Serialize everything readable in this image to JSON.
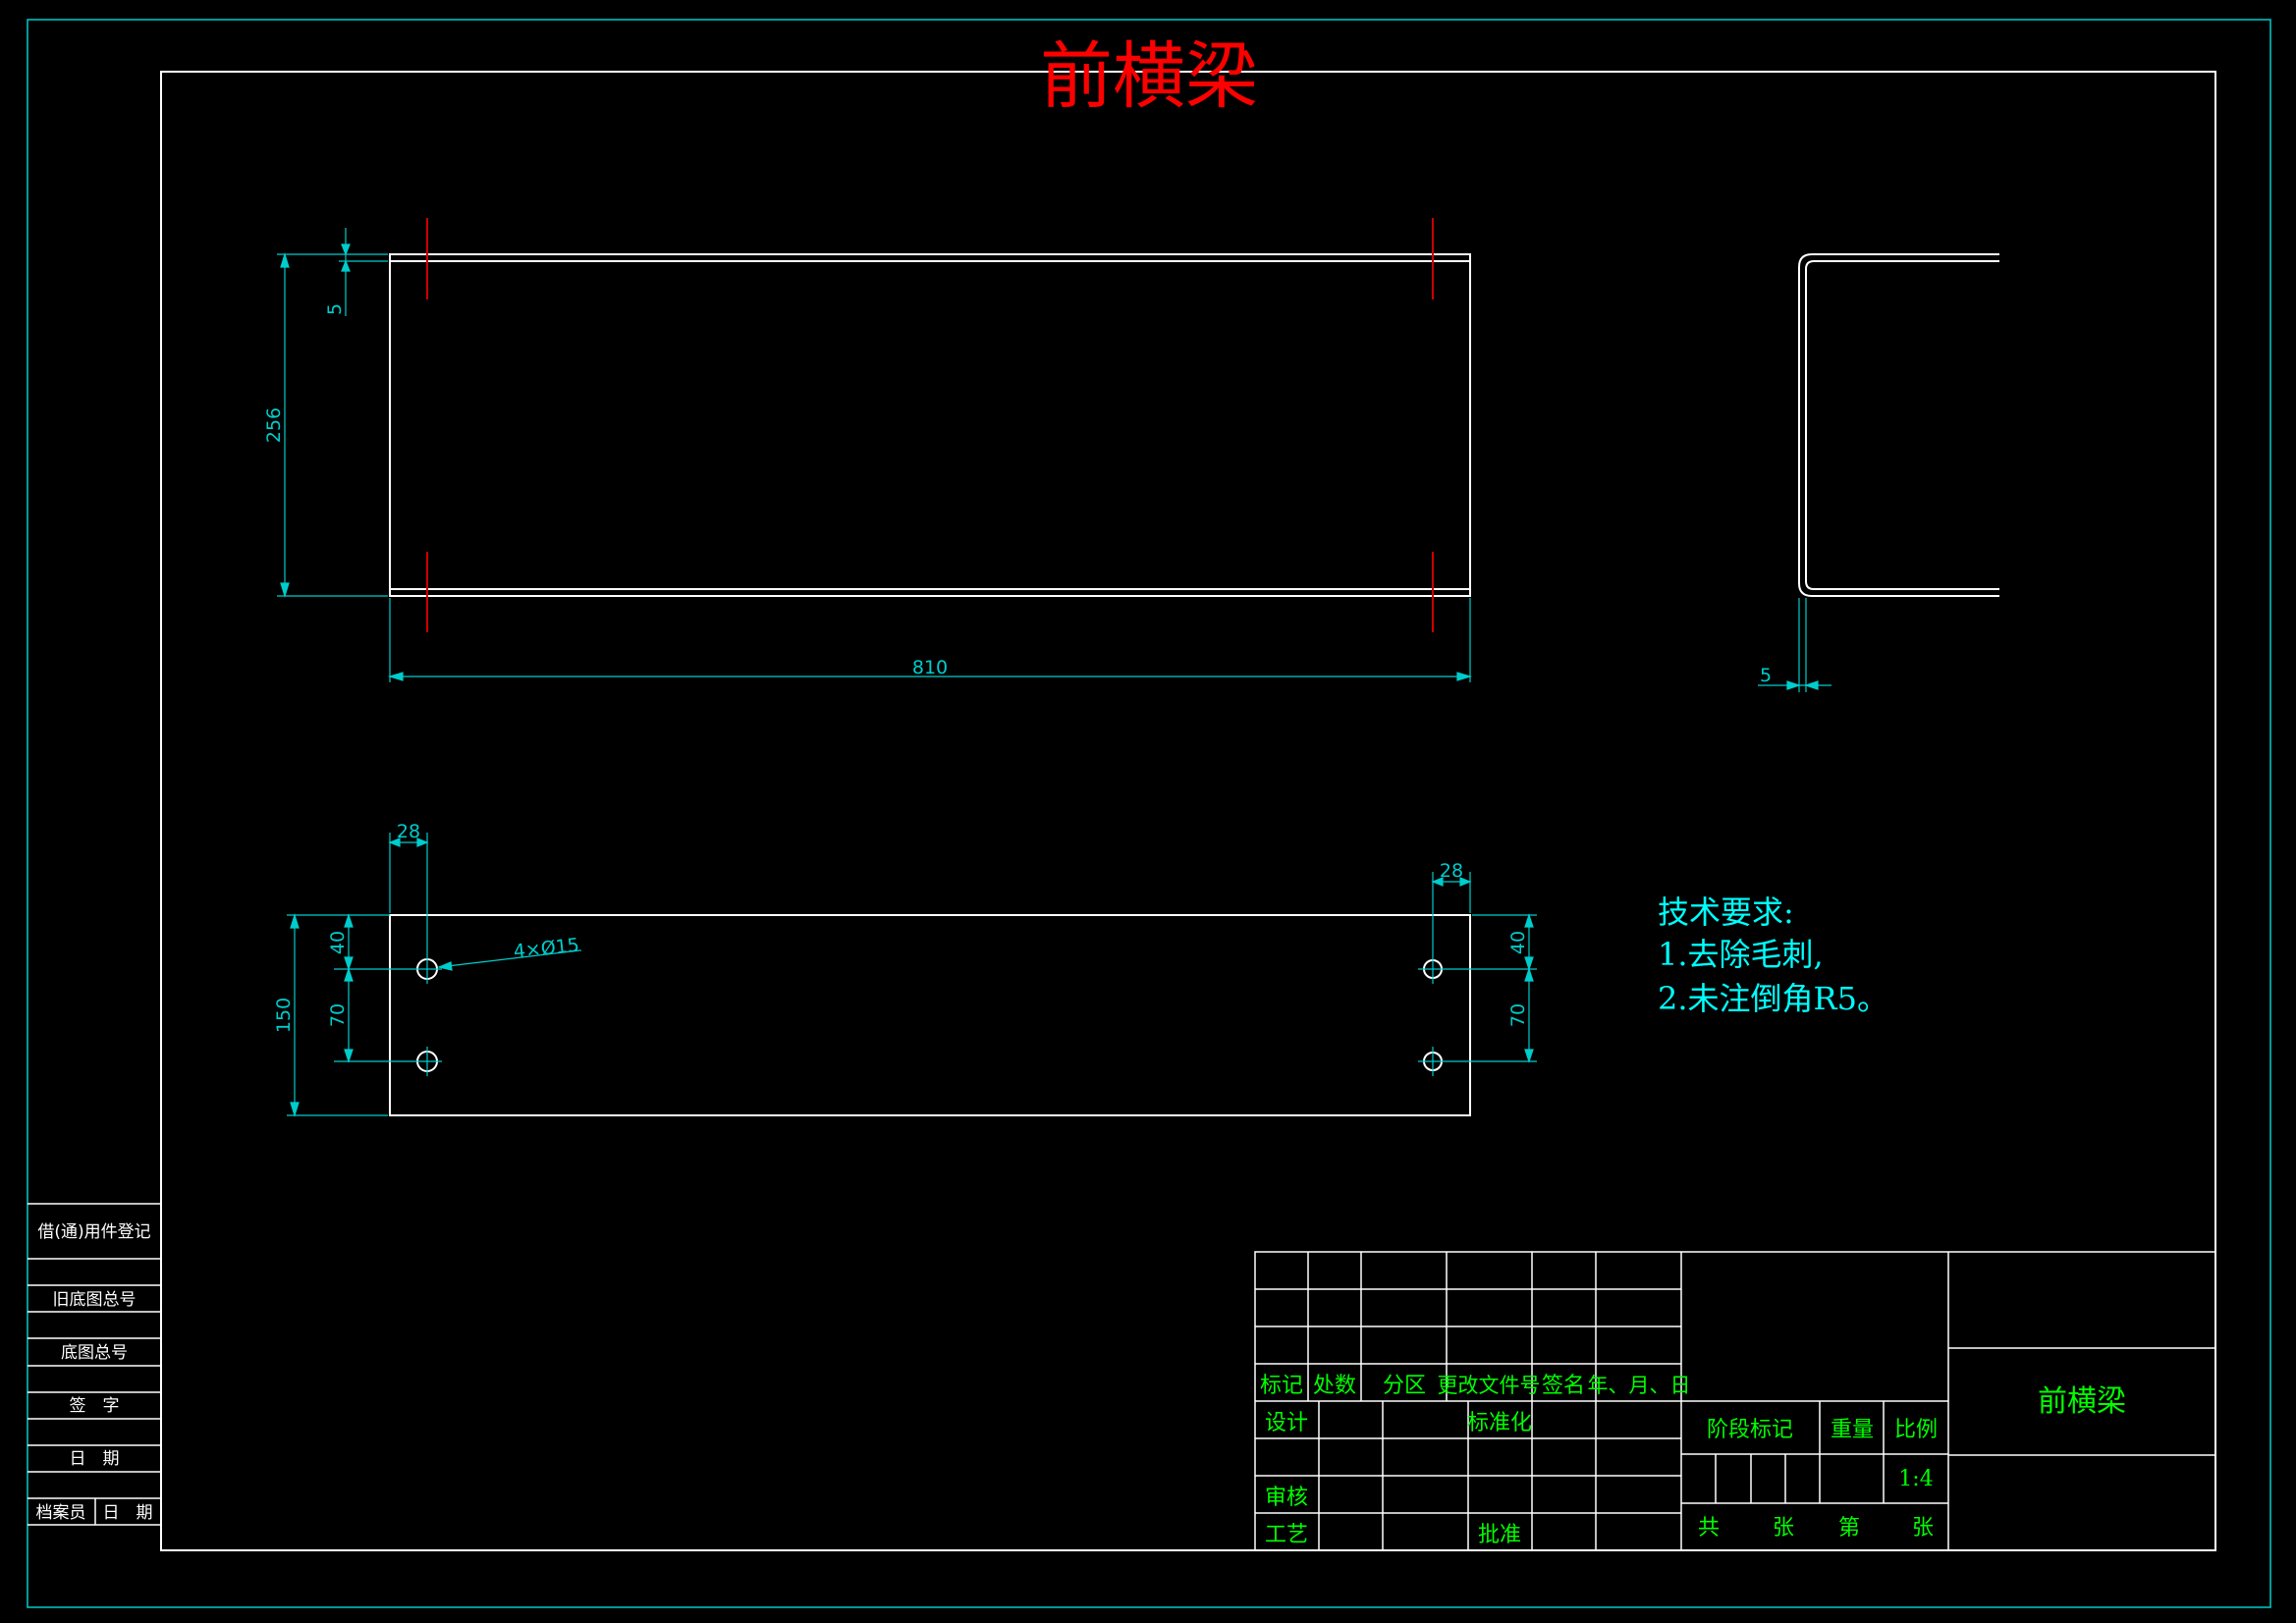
{
  "title": "前横梁",
  "colors": {
    "background": "#000000",
    "outline": "#FFFFFF",
    "dimension": "#00CCCC",
    "centerline": "#CC0000",
    "title": "#FF0000",
    "table_text": "#00FF00",
    "notes": "#00FFFF"
  },
  "front_view": {
    "dim_thickness": "5",
    "dim_height": "256",
    "dim_length": "810"
  },
  "side_view": {
    "dim_thickness": "5"
  },
  "bottom_view": {
    "dim_left_offset": "28",
    "dim_right_offset": "28",
    "dim_left_top": "40",
    "dim_left_spacing": "70",
    "dim_height": "150",
    "dim_right_top": "40",
    "dim_right_spacing": "70",
    "hole_callout": "4×Ø15"
  },
  "notes": {
    "heading": "技术要求:",
    "items": [
      "1.去除毛刺,",
      "2.未注倒角R5。"
    ]
  },
  "side_register": {
    "cells": [
      "借(通)用件登记",
      "旧底图总号",
      "底图总号",
      "签　字",
      "日　期"
    ],
    "archivist": "档案员",
    "date": "日　期"
  },
  "title_block": {
    "headers": [
      "标记",
      "处数",
      "分区",
      "更改文件号",
      "签名",
      "年、月、日"
    ],
    "design": "设计",
    "standardization": "标准化",
    "review": "审核",
    "process": "工艺",
    "approve": "批准",
    "stage_mark": "阶段标记",
    "weight": "重量",
    "scale_label": "比例",
    "scale_value": "1:4",
    "total": "共",
    "sheets": "张",
    "sheet_no": "第",
    "sheet": "张",
    "part_name": "前横梁"
  }
}
